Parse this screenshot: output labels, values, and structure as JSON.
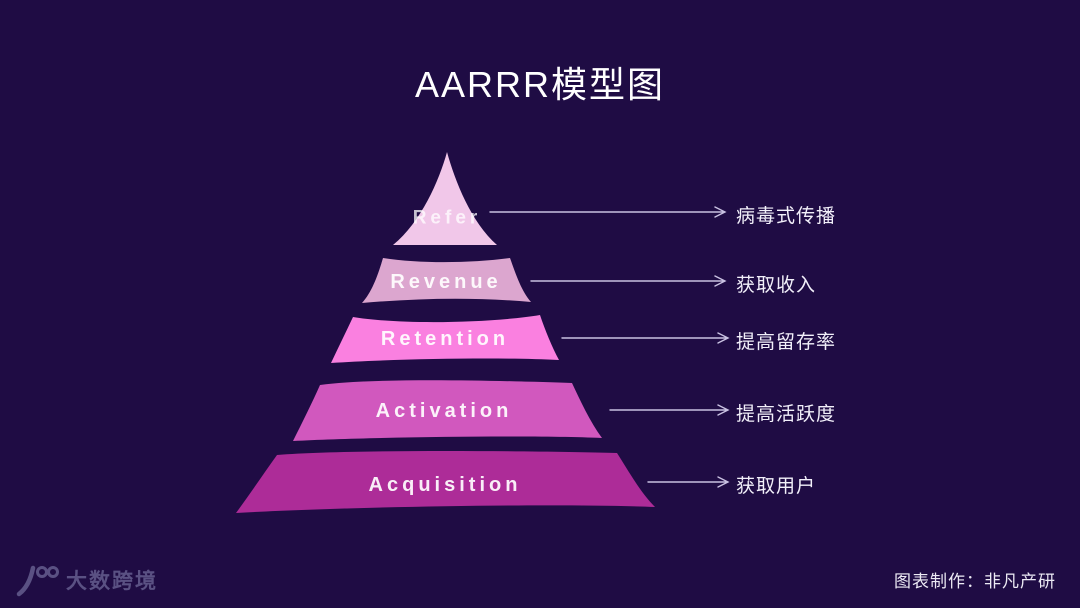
{
  "title": "AARRR模型图",
  "pyramid": {
    "layers": [
      {
        "label": "Refer",
        "annotation": "病毒式传播",
        "color": "#f1c7e9"
      },
      {
        "label": "Revenue",
        "annotation": "获取收入",
        "color": "#dca6cf"
      },
      {
        "label": "Retention",
        "annotation": "提高留存率",
        "color": "#fa80e0"
      },
      {
        "label": "Activation",
        "annotation": "提高活跃度",
        "color": "#d158be"
      },
      {
        "label": "Acquisition",
        "annotation": "获取用户",
        "color": "#ad2c98"
      }
    ]
  },
  "colors": {
    "background": "#1f0c44",
    "arrow": "#c9c2e2",
    "title_text": "#ffffff",
    "annotation_text": "#f2f0fa",
    "brand_text": "#5a5183"
  },
  "footer": {
    "brand_name": "大数跨境",
    "credit": "图表制作：非凡产研"
  }
}
